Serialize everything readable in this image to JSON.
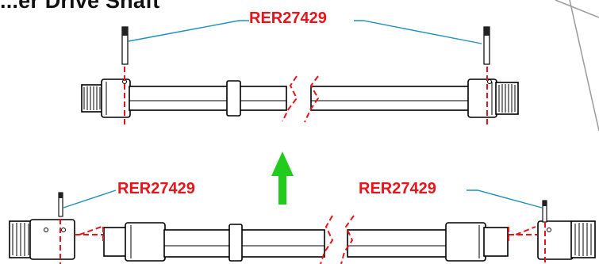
{
  "heading": "...er Drive Shaft",
  "callouts": {
    "top": "RER27429",
    "bottom_left": "RER27429",
    "bottom_right": "RER27429"
  },
  "colors": {
    "callout_text": "#e8141c",
    "leader_line": "#1f8fc0",
    "hidden_line": "#e8141c",
    "arrow": "#22cc1e",
    "outline": "#000000",
    "frame": "#9a9a9a"
  }
}
